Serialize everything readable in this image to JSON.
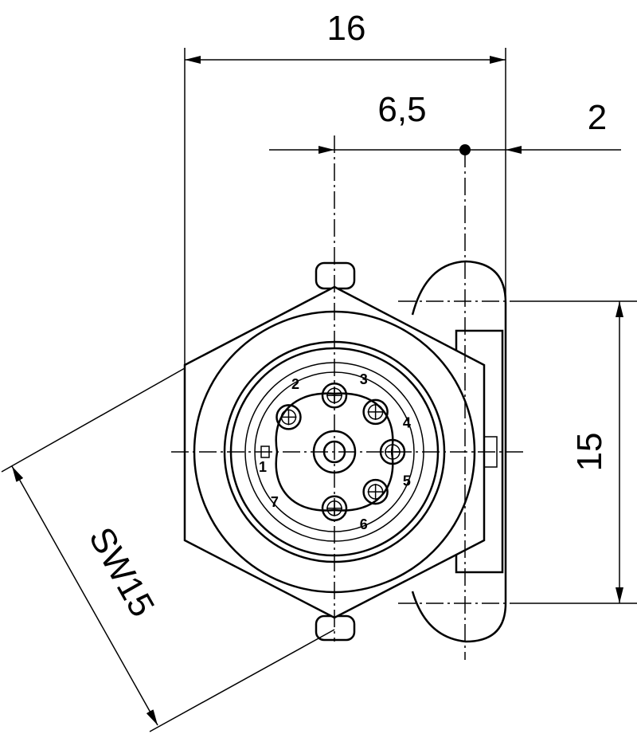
{
  "drawing": {
    "dimensions": {
      "width_overall": "16",
      "offset_center": "6,5",
      "offset_edge": "2",
      "height": "15",
      "wrench_size": "SW15"
    },
    "pin_labels": [
      "1",
      "2",
      "3",
      "4",
      "5",
      "6",
      "7"
    ]
  }
}
